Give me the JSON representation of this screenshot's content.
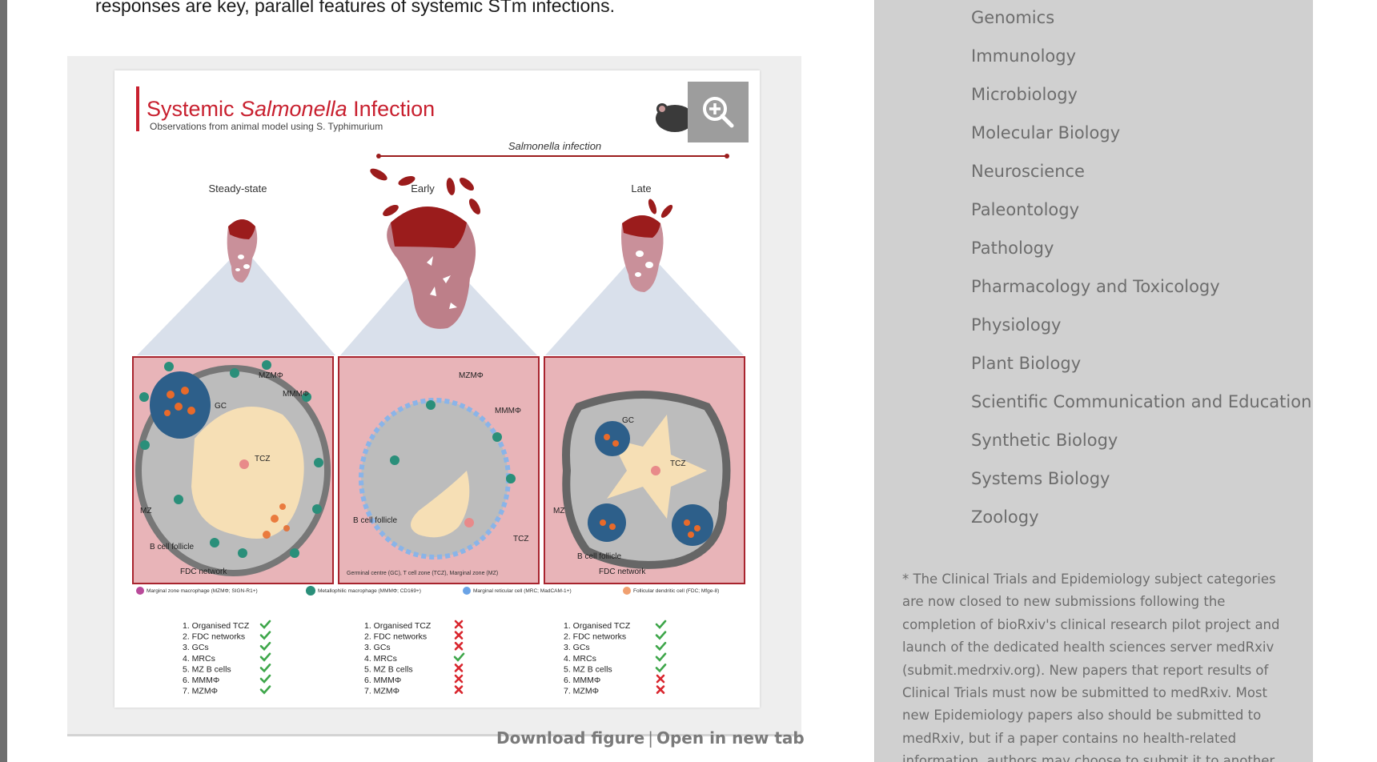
{
  "main": {
    "text_fragment": "responses are key, parallel features of systemic STm infections."
  },
  "figure": {
    "title_part1": "Systemic ",
    "title_italic": "Salmonella",
    "title_part2": " Infection",
    "subtitle": "Observations from animal model using S. Typhimurium",
    "infection_label": "Salmonella infection",
    "stages": [
      "Steady-state",
      "Early",
      "Late"
    ],
    "panel_labels": {
      "mzmo": "MZMΦ",
      "mmmo": "MMMΦ",
      "gc": "GC",
      "tcz": "TCZ",
      "mz": "MZ",
      "b_follicle": "B cell follicle",
      "fdc": "FDC network",
      "caption": "Germinal centre (GC), T cell zone (TCZ), Marginal zone (MZ)"
    },
    "legend": [
      "Marginal zone macrophage (MZMΦ; SIGN-R1+)",
      "Metallophilic macrophage (MMMΦ; CD169+)",
      "Marginal reticular cell (MRC; MadCAM-1+)",
      "Follicular dendritic cell (FDC; Mfge-8)"
    ],
    "checklist_items": [
      "1. Organised TCZ",
      "2. FDC networks",
      "3. GCs",
      "4. MRCs",
      "5. MZ B cells",
      "6. MMMΦ",
      "7. MZMΦ"
    ],
    "checklist_status": {
      "steady_state": [
        true,
        true,
        true,
        true,
        true,
        true,
        true
      ],
      "early": [
        false,
        false,
        false,
        true,
        false,
        false,
        false
      ],
      "late": [
        true,
        true,
        true,
        true,
        true,
        false,
        false
      ]
    },
    "colors": {
      "title_red": "#c8202f",
      "spleen_dark": "#9b1c1c",
      "panel_pink": "#e8b4b8",
      "follicle_grey": "#bcbcbc",
      "tcz_cream": "#f6dfb5",
      "gc_blue": "#2d5f8a",
      "check_green": "#3ea64a",
      "cross_red": "#d9262e"
    },
    "zoom_icon": "zoom-in-icon",
    "download_label": "Download figure",
    "separator": "|",
    "open_label": "Open in new tab"
  },
  "sidebar": {
    "subjects": [
      "Genomics",
      "Immunology",
      "Microbiology",
      "Molecular Biology",
      "Neuroscience",
      "Paleontology",
      "Pathology",
      "Pharmacology and Toxicology",
      "Physiology",
      "Plant Biology",
      "Scientific Communication and Education",
      "Synthetic Biology",
      "Systems Biology",
      "Zoology"
    ],
    "note": "* The Clinical Trials and Epidemiology subject categories are now closed to new submissions following the completion of bioRxiv's clinical research pilot project and launch of the dedicated health sciences server medRxiv (submit.medrxiv.org). New papers that report results of Clinical Trials must now be submitted to medRxiv. Most new Epidemiology papers also should be submitted to medRxiv, but if a paper contains no health-related information, authors may choose to submit it to another bioRxiv subject category (e.g., Genetics or"
  }
}
